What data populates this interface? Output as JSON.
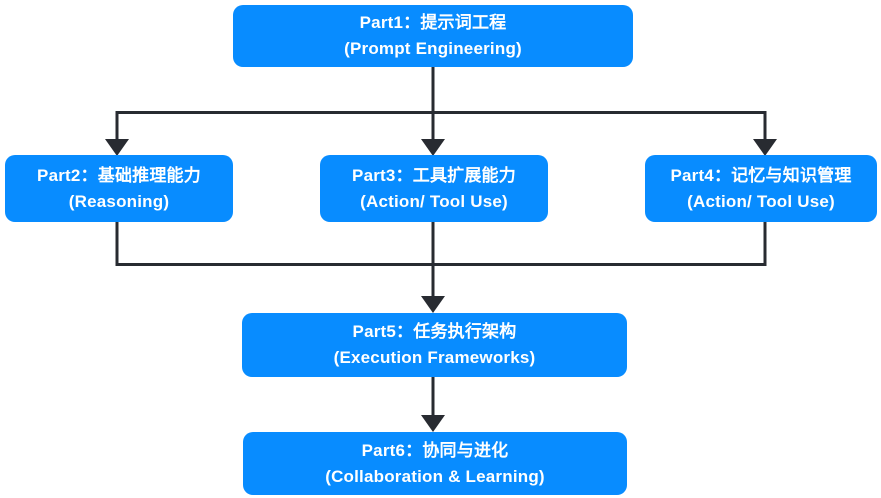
{
  "diagram": {
    "colors": {
      "node_fill": "#088CFF",
      "node_text": "#ffffff",
      "connector": "#282B31",
      "background": "#ffffff"
    },
    "nodes": [
      {
        "id": "part1",
        "title": "Part1：提示词工程",
        "subtitle": "(Prompt Engineering)"
      },
      {
        "id": "part2",
        "title": "Part2：基础推理能力",
        "subtitle": "(Reasoning)"
      },
      {
        "id": "part3",
        "title": "Part3：工具扩展能力",
        "subtitle": "(Action/ Tool Use)"
      },
      {
        "id": "part4",
        "title": "Part4：记忆与知识管理",
        "subtitle": "(Action/ Tool Use)"
      },
      {
        "id": "part5",
        "title": "Part5：任务执行架构",
        "subtitle": "(Execution Frameworks)"
      },
      {
        "id": "part6",
        "title": "Part6：协同与进化",
        "subtitle": "(Collaboration & Learning)"
      }
    ],
    "edges": [
      "part1->part2",
      "part1->part3",
      "part1->part4",
      "part2->part5",
      "part3->part5",
      "part4->part5",
      "part5->part6"
    ]
  }
}
